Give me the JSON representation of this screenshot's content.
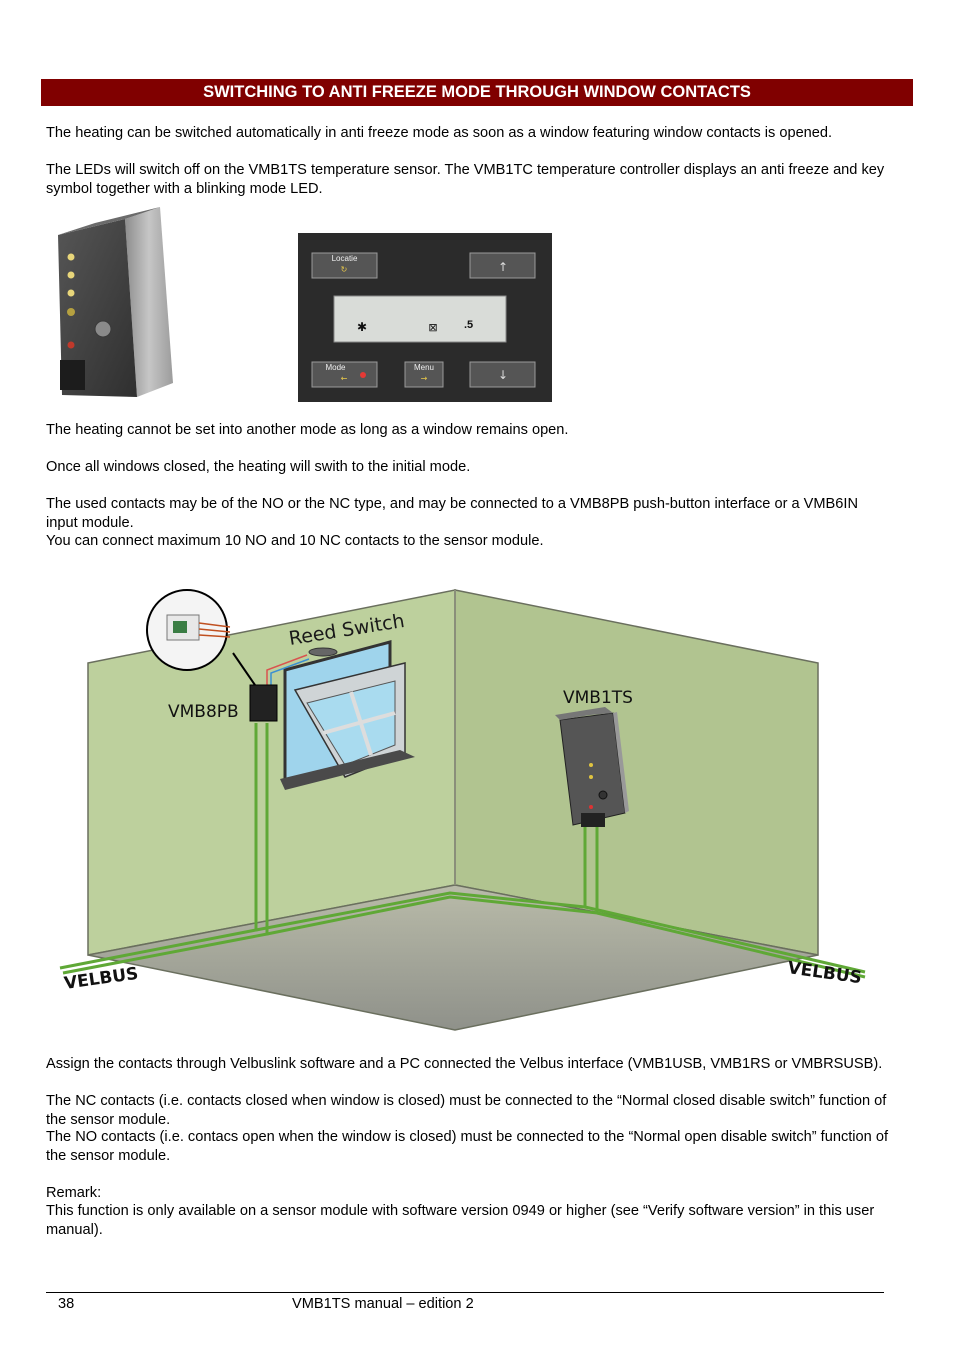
{
  "section_title": "SWITCHING TO ANTI FREEZE MODE THROUGH WINDOW CONTACTS",
  "intro": [
    "The heating can be switched automatically in anti freeze mode as soon as a window featuring window contacts is opened.",
    "The LEDs will switch off on the VMB1TS temperature sensor. The VMB1TC temperature controller displays an anti freeze and key symbol together with a blinking mode LED."
  ],
  "controller": {
    "btn_locatie": "Locatie",
    "btn_mode": "Mode",
    "btn_menu": "Menu",
    "lcd_value": ".5"
  },
  "para_mode": "The heating cannot be set into another mode as long as a window remains open.",
  "para_closed": "Once all windows closed, the heating will swith to the initial mode.",
  "para_contacts": [
    "The used contacts may be of the NO or the NC type, and may be connected to a VMB8PB push-button interface or a VMB6IN input module.",
    "You can connect maximum 10 NO and 10 NC contacts to the sensor module."
  ],
  "diagram": {
    "reed_switch": "Reed Switch",
    "vmb8pb": "VMB8PB",
    "vmb1ts": "VMB1TS",
    "velbus_left": "VELBUS",
    "velbus_right": "VELBUS"
  },
  "para_assign": [
    "Assign the contacts through Velbuslink software and a PC connected the Velbus interface (VMB1USB, VMB1RS or VMBRSUSB).",
    "The NC contacts (i.e. contacts closed when window is closed) must be connected to the “Normal closed disable switch” function of the sensor module.",
    "The NO contacts (i.e. contacs open when the window is closed) must be connected to the “Normal open disable switch” function of the sensor module."
  ],
  "remark_label": "Remark:",
  "remark_text": "This function is only available on a sensor module with software version 0949 or higher (see “Verify software version” in this user manual).",
  "footer": {
    "page": "38",
    "title": "VMB1TS manual – edition 2"
  }
}
